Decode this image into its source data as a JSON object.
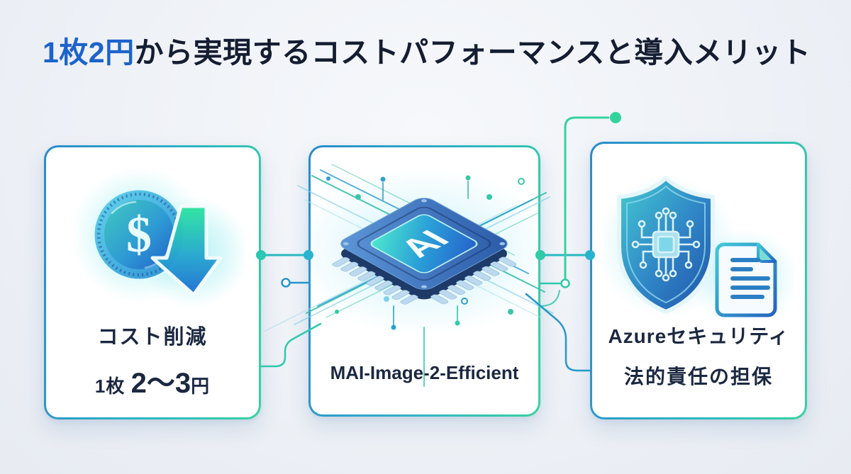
{
  "title": {
    "highlight": "1枚2円",
    "rest": "から実現するコストパフォーマンスと導入メリット"
  },
  "cards": {
    "cost": {
      "icon": "coin-dollar-down-arrow-icon",
      "title": "コスト削減",
      "price_prefix": "1枚 ",
      "price_value": "2〜3",
      "price_suffix": "円"
    },
    "model": {
      "icon": "ai-chip-icon",
      "chip_label": "AI",
      "label": "MAI-Image-2-Efficient"
    },
    "security": {
      "icons": [
        "shield-circuit-icon",
        "document-icon"
      ],
      "title": "Azureセキュリティ",
      "subtitle": "法的責任の担保"
    }
  },
  "colors": {
    "title_highlight": "#1c63cc",
    "title_text": "#141d31",
    "card_border_blue": "#2a8bcd",
    "card_border_green": "#36d39f",
    "circuit_teal": "#35c0a8",
    "circuit_blue": "#2da0cf",
    "connector_dot_teal": "#2cc7b2",
    "connector_dot_green": "#34d39e",
    "body_text": "#1b2840"
  }
}
